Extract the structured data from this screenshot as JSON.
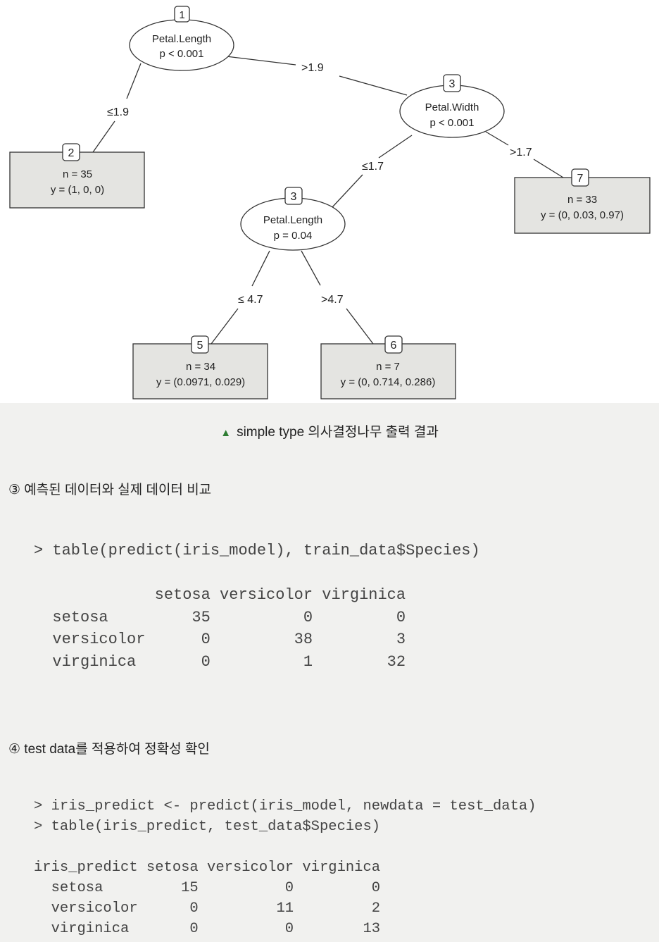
{
  "tree": {
    "nodes": [
      {
        "id": "1",
        "type": "inner",
        "var": "Petal.Length",
        "p": "p < 0.001"
      },
      {
        "id": "2",
        "type": "leaf",
        "n": "n = 35",
        "y": "y = (1, 0, 0)"
      },
      {
        "id": "3",
        "type": "inner",
        "var": "Petal.Width",
        "p": "p < 0.001"
      },
      {
        "id": "3",
        "type": "inner",
        "var": "Petal.Length",
        "p": "p = 0.04"
      },
      {
        "id": "5",
        "type": "leaf",
        "n": "n = 34",
        "y": "y = (0.0971, 0.029)"
      },
      {
        "id": "6",
        "type": "leaf",
        "n": "n = 7",
        "y": "y = (0, 0.714, 0.286)"
      },
      {
        "id": "7",
        "type": "leaf",
        "n": "n = 33",
        "y": "y = (0, 0.03, 0.97)"
      }
    ],
    "edges": [
      ">1.9",
      "≤1.9",
      "≤1.7",
      ">1.7",
      "≤ 4.7",
      ">4.7"
    ]
  },
  "caption": "simple type 의사결정나무 출력 결과",
  "step3": {
    "title": "③ 예측된 데이터와 실제 데이터 비교",
    "code": "> table(predict(iris_model), train_data$Species)\n\n             setosa versicolor virginica\n  setosa         35          0         0\n  versicolor      0         38         3\n  virginica       0          1        32"
  },
  "step4": {
    "title": "④ test data를 적용하여 정확성 확인",
    "code": "> iris_predict <- predict(iris_model, newdata = test_data)\n> table(iris_predict, test_data$Species)\n\niris_predict setosa versicolor virginica\n  setosa         15          0         0\n  versicolor      0         11         2\n  virginica       0          0        13"
  }
}
